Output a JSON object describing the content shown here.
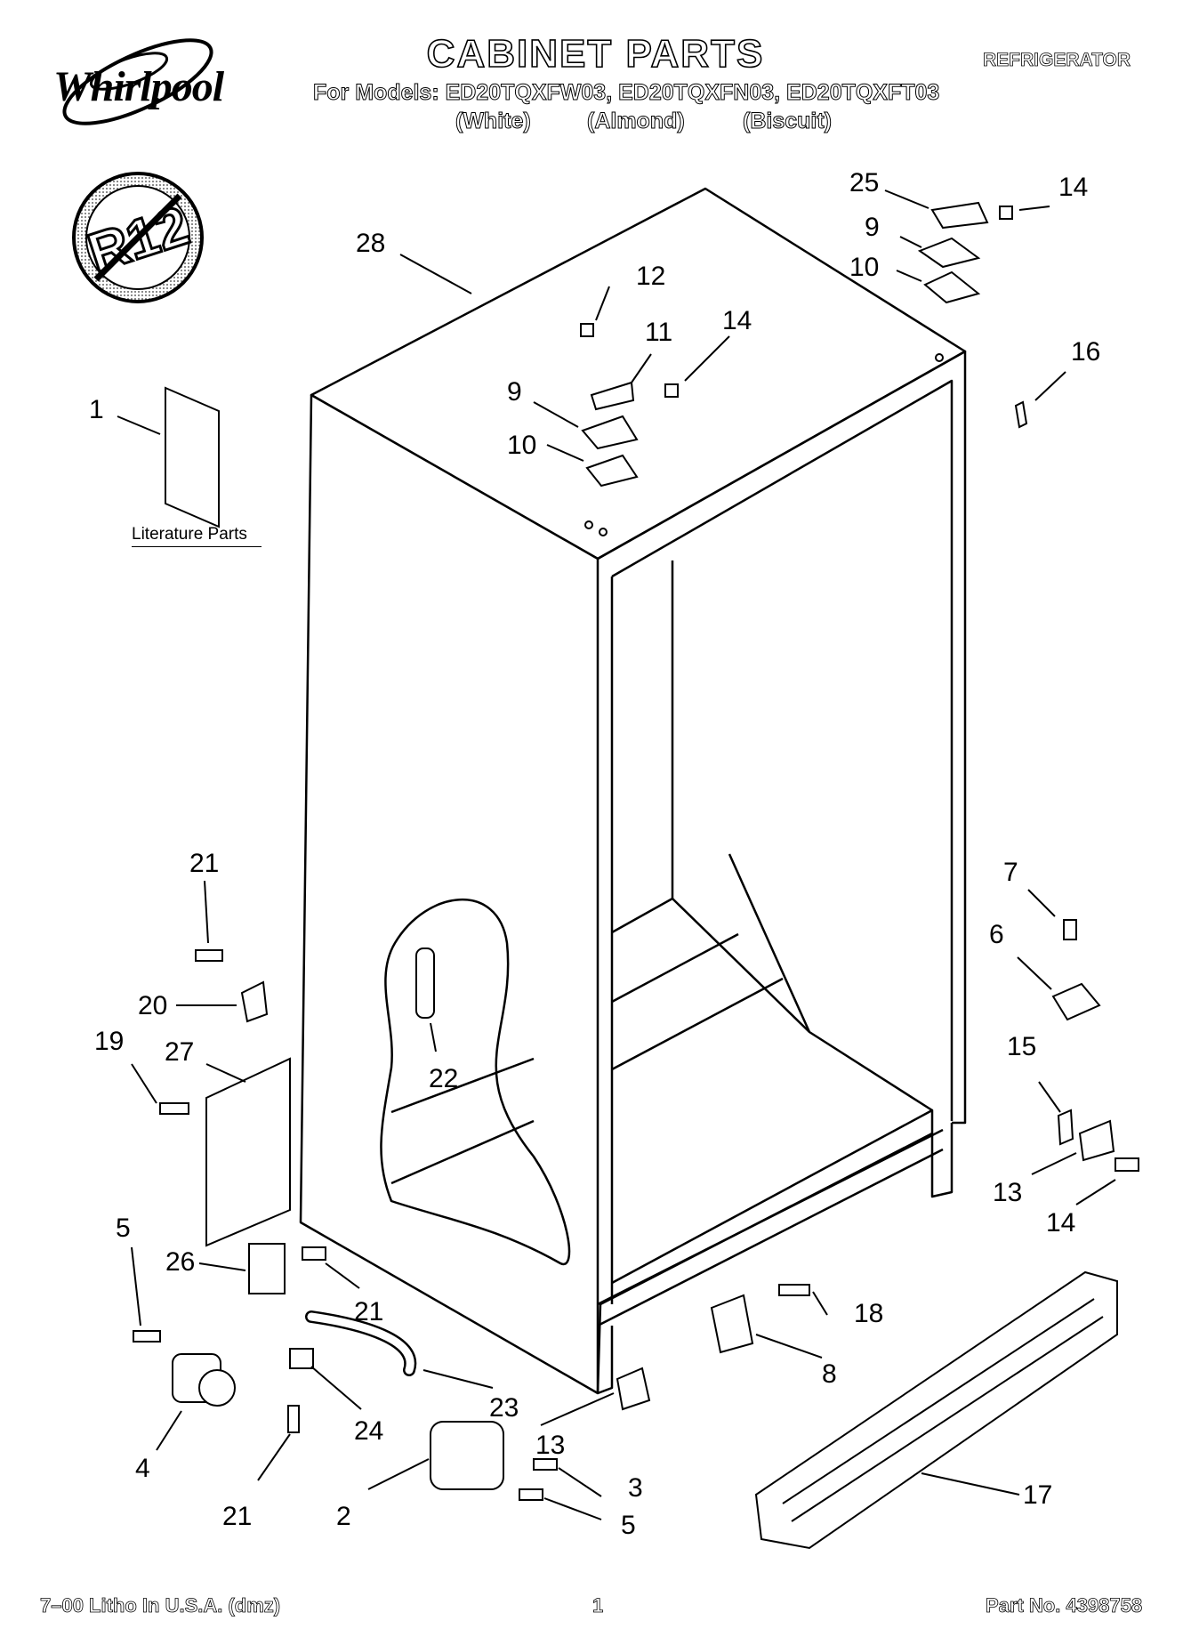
{
  "brand": "Whirlpool",
  "badge_text": "R12",
  "title": "CABINET PARTS",
  "product": "REFRIGERATOR",
  "models_line": "For Models: ED20TQXFW03, ED20TQXFN03, ED20TQXFT03",
  "colors": [
    "(White)",
    "(Almond)",
    "(Biscuit)"
  ],
  "literature_label": "Literature Parts",
  "footer": {
    "litho": "7–00 Litho In U.S.A. (dmz)",
    "page": "1",
    "part_no": "Part No. 4398758"
  },
  "callouts": [
    {
      "id": "c25",
      "text": "25"
    },
    {
      "id": "c14a",
      "text": "14"
    },
    {
      "id": "c9a",
      "text": "9"
    },
    {
      "id": "c10a",
      "text": "10"
    },
    {
      "id": "c28",
      "text": "28"
    },
    {
      "id": "c12",
      "text": "12"
    },
    {
      "id": "c11",
      "text": "11"
    },
    {
      "id": "c14b",
      "text": "14"
    },
    {
      "id": "c16",
      "text": "16"
    },
    {
      "id": "c1",
      "text": "1"
    },
    {
      "id": "c9b",
      "text": "9"
    },
    {
      "id": "c10b",
      "text": "10"
    },
    {
      "id": "c21a",
      "text": "21"
    },
    {
      "id": "c7",
      "text": "7"
    },
    {
      "id": "c6",
      "text": "6"
    },
    {
      "id": "c20",
      "text": "20"
    },
    {
      "id": "c19",
      "text": "19"
    },
    {
      "id": "c27",
      "text": "27"
    },
    {
      "id": "c22",
      "text": "22"
    },
    {
      "id": "c15",
      "text": "15"
    },
    {
      "id": "c13a",
      "text": "13"
    },
    {
      "id": "c14c",
      "text": "14"
    },
    {
      "id": "c5a",
      "text": "5"
    },
    {
      "id": "c26",
      "text": "26"
    },
    {
      "id": "c21b",
      "text": "21"
    },
    {
      "id": "c18",
      "text": "18"
    },
    {
      "id": "c8",
      "text": "8"
    },
    {
      "id": "c23",
      "text": "23"
    },
    {
      "id": "c24",
      "text": "24"
    },
    {
      "id": "c13b",
      "text": "13"
    },
    {
      "id": "c4",
      "text": "4"
    },
    {
      "id": "c21c",
      "text": "21"
    },
    {
      "id": "c2",
      "text": "2"
    },
    {
      "id": "c3",
      "text": "3"
    },
    {
      "id": "c5b",
      "text": "5"
    },
    {
      "id": "c17",
      "text": "17"
    }
  ]
}
